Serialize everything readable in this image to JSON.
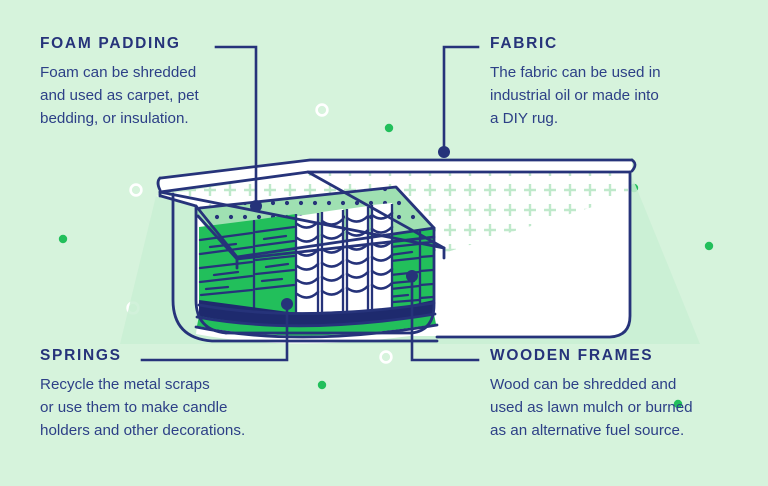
{
  "infographic": {
    "theme": {
      "background": "#d6f3dc",
      "ink": "#26337a",
      "body_text": "#2d4087",
      "green_solid": "#22bf5b",
      "green_light": "#9fe0b2",
      "green_pale": "#c9eed4",
      "white": "#ffffff",
      "navy_dark": "#1e2a6e"
    },
    "illustration": {
      "name": "mattress-cutaway-diagram",
      "description": "Cutaway isometric mattress showing fabric cover, foam padding, wooden frames and inner springs"
    },
    "callouts": [
      {
        "id": "foam-padding",
        "title": "FOAM PADDING",
        "lines": [
          "Foam can be shredded",
          "and used as carpet, pet",
          "bedding, or insulation."
        ]
      },
      {
        "id": "fabric",
        "title": "FABRIC",
        "lines": [
          "The fabric can be used in",
          "industrial oil or made into",
          "a DIY rug."
        ]
      },
      {
        "id": "springs",
        "title": "SPRINGS",
        "lines": [
          "Recycle the metal scraps",
          "or use them to make candle",
          "holders and other decorations."
        ]
      },
      {
        "id": "wooden-frames",
        "title": "WOODEN FRAMES",
        "lines": [
          "Wood can be shredded and",
          "used as lawn mulch or burned",
          "as an alternative fuel source."
        ]
      }
    ]
  }
}
